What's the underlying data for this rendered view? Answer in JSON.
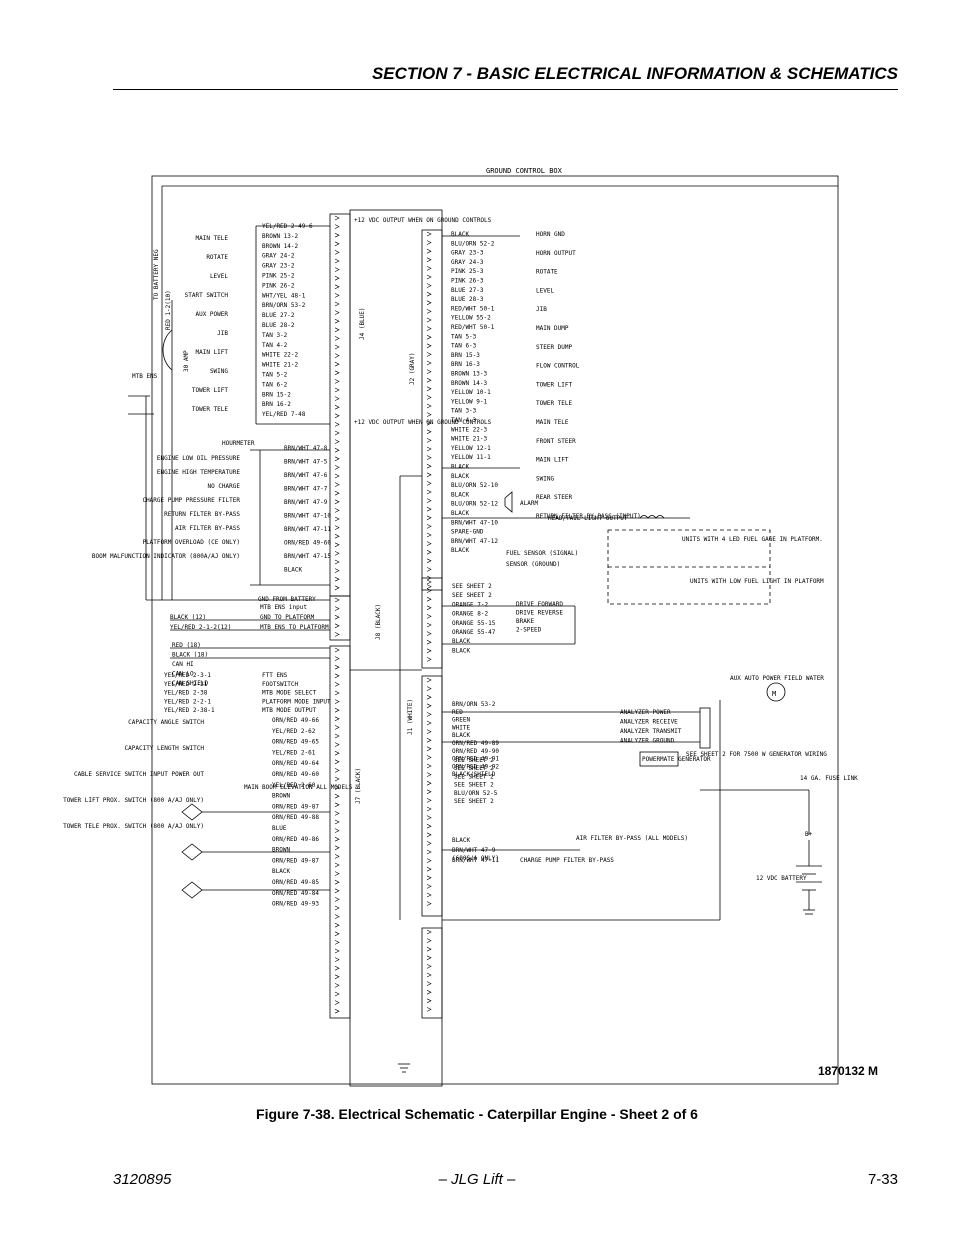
{
  "header": {
    "section_title": "SECTION 7 - BASIC ELECTRICAL INFORMATION & SCHEMATICS"
  },
  "schematic": {
    "box_title": "GROUND CONTROL BOX",
    "battery_feed": "TO BATTERY NEG",
    "fuse_label": "30 AMP",
    "red_feed": "RED 1-2(10)",
    "mtb_label": "MTB ENS",
    "connectors": {
      "j4": "J4 (BLUE)",
      "j2": "J2 (GRAY)",
      "j8": "J8 (BLACK)",
      "j1": "J1 (WHITE)",
      "j7": "J7 (BLACK)"
    },
    "notes": {
      "output_12v_1": "+12 VDC OUTPUT WHEN ON GROUND CONTROLS",
      "output_12v_2": "+12 VDC OUTPUT WHEN ON GROUND CONTROLS",
      "hourmeter": "HOURMETER",
      "gnd_from_battery": "GND FROM BATTERY",
      "led_units": "UNITS WITH 4 LED FUEL GAGE IN PLATFORM.",
      "low_fuel_units": "UNITS WITH LOW FUEL LIGHT IN PLATFORM",
      "powermate": "POWERMATE GENERATOR",
      "sheet2_generator": "SEE SHEET 2 FOR 7500 W GENERATOR WIRING",
      "fuse_link": "14 GA. FUSE LINK",
      "battery_pos": "B+",
      "battery": "12 VDC BATTERY",
      "air_filter_all": "AIR FILTER BY-PASS (ALL MODELS)",
      "charge_pump_filter": "CHARGE PUMP FILTER BY-PASS",
      "boom_elevation": "MAIN BOOM ELEVATION ALL MODELS",
      "head_tail": "HEAD/TAIL LIGHT OUTPUT",
      "alarm": "ALARM",
      "fuel_sensor": "FUEL SENSOR (SIGNAL)",
      "sensor_ground": "SENSOR (GROUND)"
    },
    "left_functions": [
      "MAIN TELE",
      "ROTATE",
      "LEVEL",
      "START SWITCH",
      "AUX POWER",
      "JIB",
      "MAIN LIFT",
      "SWING",
      "TOWER LIFT",
      "TOWER TELE"
    ],
    "left_wires_top": [
      "YEL/RED 2-49-6",
      "BROWN 13-2",
      "BROWN 14-2",
      "GRAY 24-2",
      "GRAY 23-2",
      "PINK 25-2",
      "PINK 26-2",
      "WHT/YEL 48-1",
      "BRN/ORN 53-2",
      "BLUE 27-2",
      "BLUE 28-2",
      "TAN 3-2",
      "TAN 4-2",
      "WHITE 22-2",
      "WHITE 21-2",
      "TAN 5-2",
      "TAN 6-2",
      "BRN 15-2",
      "BRN 16-2",
      "YEL/RED 7-48"
    ],
    "sensors": [
      "ENGINE LOW OIL PRESSURE",
      "ENGINE HIGH TEMPERATURE",
      "NO CHARGE",
      "CHARGE PUMP PRESSURE FILTER",
      "RETURN FILTER BY-PASS",
      "AIR FILTER BY-PASS",
      "PLATFORM OVERLOAD (CE ONLY)",
      "BOOM MALFUNCTION INDICATOR (800A/AJ ONLY)"
    ],
    "sensor_wires": [
      "BRN/WHT 47-8",
      "BRN/WHT 47-5",
      "BRN/WHT 47-6",
      "BRN/WHT 47-7",
      "BRN/WHT 47-9",
      "BRN/WHT 47-10",
      "BRN/WHT 47-11",
      "ORN/RED 49-60",
      "BRN/WHT 47-15",
      "BLACK"
    ],
    "right_wires": [
      "BLACK",
      "BLU/ORN 52-2",
      "GRAY 23-3",
      "GRAY 24-3",
      "PINK 25-3",
      "PINK 26-3",
      "BLUE 27-3",
      "BLUE 28-3",
      "RED/WHT 50-1",
      "YELLOW 55-2",
      "RED/WHT 50-1",
      "TAN 5-3",
      "TAN 6-3",
      "BRN 15-3",
      "BRN 16-3",
      "BROWN 13-3",
      "BROWN 14-3",
      "YELLOW 10-1",
      "YELLOW 9-1",
      "TAN 3-3",
      "TAN 4-3",
      "WHITE 22-3",
      "WHITE 21-3",
      "YELLOW 12-1",
      "YELLOW 11-1",
      "BLACK",
      "BLACK",
      "BLU/ORN 52-10",
      "BLACK",
      "BLU/ORN 52-12",
      "BLACK",
      "BRN/WHT 47-10",
      "SPARE-GND",
      "BRN/WHT 47-12",
      "BLACK"
    ],
    "right_functions": [
      "HORN GND",
      "HORN OUTPUT",
      "ROTATE",
      "LEVEL",
      "JIB",
      "MAIN DUMP",
      "STEER DUMP",
      "FLOW CONTROL",
      "TOWER LIFT",
      "TOWER TELE",
      "MAIN TELE",
      "FRONT STEER",
      "MAIN LIFT",
      "SWING",
      "REAR STEER",
      "RETURN FILTER BY-PASS (INPUT)"
    ],
    "drive_wires": [
      "SEE SHEET 2",
      "SEE SHEET 2",
      "ORANGE 7-2",
      "ORANGE 8-2",
      "ORANGE 55-15",
      "ORANGE 55-47",
      "BLACK",
      "BLACK"
    ],
    "drive_functions": [
      "DRIVE FORWARD",
      "DRIVE REVERSE",
      "BRAKE",
      "2-SPEED"
    ],
    "j8_lines": [
      "MTB ENS input",
      "GND TO PLATFORM",
      "MTB ENS TO PLATFORM"
    ],
    "j8_left": [
      "BLACK (12)",
      "YEL/RED 2-1-2(12)"
    ],
    "can_lines": [
      "RED (18)",
      "BLACK (18)",
      "CAN HI",
      "CAN LO",
      "CAN SHIELD"
    ],
    "j1_left": [
      "YEL/RED 2-3-1",
      "YEL/RED 2-21",
      "YEL/RED 2-38",
      "YEL/RED 2-2-1",
      "YEL/RED 2-38-1"
    ],
    "j1_mid": [
      "FTT ENS",
      "FOOTSWITCH",
      "MTB MODE SELECT",
      "PLATFORM MODE INPUT",
      "MTB MODE OUTPUT"
    ],
    "analyzer": [
      "ANALYZER POWER",
      "ANALYZER RECEIVE",
      "ANALYZER TRANSMIT",
      "ANALYZER GROUND"
    ],
    "analyzer_wires": [
      "BRN/ORN 53-2",
      "RED",
      "GREEN",
      "WHITE",
      "BLACK",
      "ORN/RED 49-89",
      "ORN/RED 49-90",
      "ORN/RED 49-91",
      "ORN/RED 49-92",
      "BLACK/SHIELD"
    ],
    "j1_bottom": [
      "SEE SHEET 2",
      "SEE SHEET 2",
      "SEE SHEET 2",
      "SEE SHEET 2",
      "BLU/ORN 52-5",
      "SEE SHEET 2"
    ],
    "j7_left": [
      "CAPACITY ANGLE SWITCH",
      "CAPACITY LENGTH SWITCH",
      "CABLE SERVICE SWITCH INPUT POWER OUT",
      "TOWER LIFT PROX. SWITCH (800 A/AJ ONLY)",
      "TOWER TELE PROX. SWITCH (800 A/AJ ONLY)"
    ],
    "j7_wires": [
      "ORN/RED 49-66",
      "YEL/RED 2-62",
      "ORN/RED 49-65",
      "YEL/RED 2-61",
      "ORN/RED 49-64",
      "ORN/RED 49-60",
      "YEL/RED 2-60",
      "BROWN",
      "ORN/RED 49-87",
      "ORN/RED 49-88",
      "BLUE",
      "ORN/RED 49-86",
      "BROWN",
      "ORN/RED 49-87",
      "BLACK",
      "ORN/RED 49-85",
      "ORN/RED 49-84",
      "ORN/RED 49-93"
    ],
    "j1_lower_wires": [
      "BLACK",
      "BRN/WHT 47-9",
      "BRN/WHT 47-11"
    ],
    "j1_lower_note": "(600S/A ONLY)",
    "motor": "M",
    "motor_note": "AUX AUTO POWER FIELD WATER"
  },
  "figure_number": "1870132 M",
  "caption": "Figure 7-38.  Electrical Schematic - Caterpillar Engine - Sheet 2 of 6",
  "footer": {
    "doc_number": "3120895",
    "center": "– JLG Lift –",
    "page": "7-33"
  },
  "colors": {
    "ink": "#000000",
    "paper": "#ffffff"
  }
}
